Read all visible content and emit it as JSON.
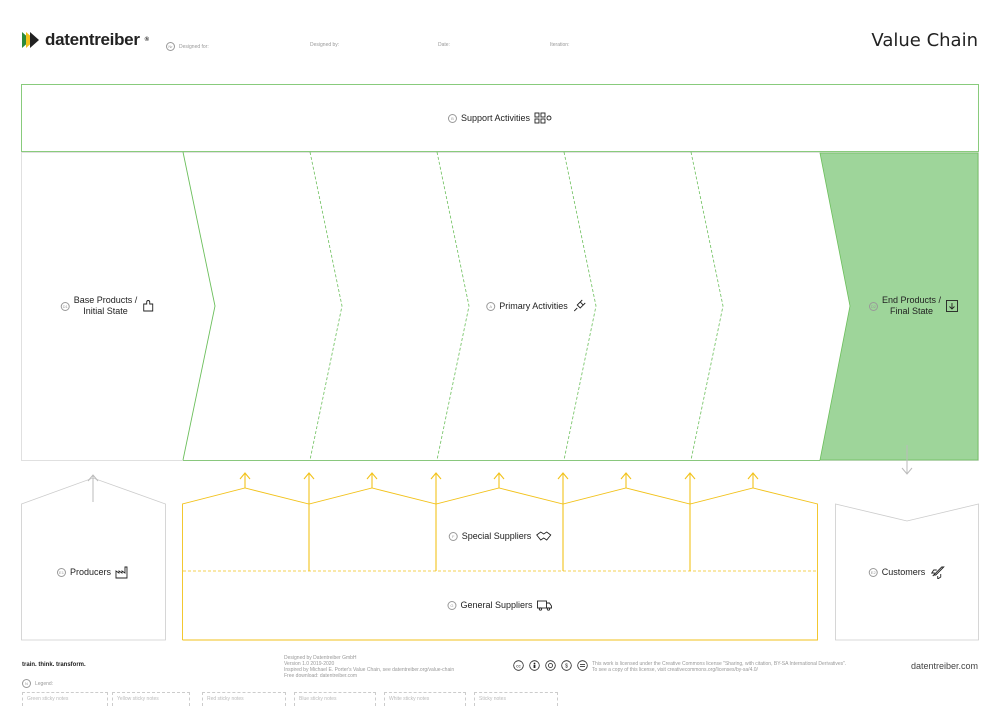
{
  "brand": {
    "name": "datentreiber",
    "mark": "®",
    "tagline": "train. think. transform.",
    "url": "datentreiber.com"
  },
  "title": "Value Chain",
  "meta": {
    "designed_for": "Designed for:",
    "designed_by": "Designed by:",
    "date": "Date:",
    "iteration": "Iteration:"
  },
  "sections": {
    "support": {
      "num": "B",
      "label": "Support Activities"
    },
    "base": {
      "num": "D1",
      "label_line1": "Base Products /",
      "label_line2": "Initial State"
    },
    "primary": {
      "num": "A",
      "label": "Primary Activities"
    },
    "end": {
      "num": "D2",
      "label_line1": "End Products /",
      "label_line2": "Final State"
    },
    "producers": {
      "num": "E1",
      "label": "Producers"
    },
    "special_suppliers": {
      "num": "F",
      "label": "Special Suppliers"
    },
    "general_suppliers": {
      "num": "G",
      "label": "General Suppliers"
    },
    "customers": {
      "num": "E2",
      "label": "Customers"
    }
  },
  "footer": {
    "credit_line1": "Designed by Datentreiber GmbH",
    "credit_line2": "Version 1.0 2019-2020",
    "credit_line3": "Inspired by Michael E. Porter's Value Chain, see datentreiber.org/value-chain",
    "credit_line4": "Free download: datentreiber.com",
    "license_line1": "This work is licensed under the Creative Commons license \"Sharing, with citation, BY-SA International Derivatives\".",
    "license_line2": "To see a copy of this license, visit creativecommons.org/licenses/by-sa/4.0/"
  },
  "legend": {
    "num": "N",
    "label": "Legend:",
    "items": [
      "Green sticky notes",
      "Yellow sticky notes",
      "Red sticky notes",
      "Blue sticky notes",
      "White sticky notes",
      "Sticky notes"
    ]
  },
  "colors": {
    "green": "#6cbf5c",
    "green_fill": "#9ed59a",
    "yellow": "#f2c21b",
    "grey": "#c8c8c8"
  }
}
